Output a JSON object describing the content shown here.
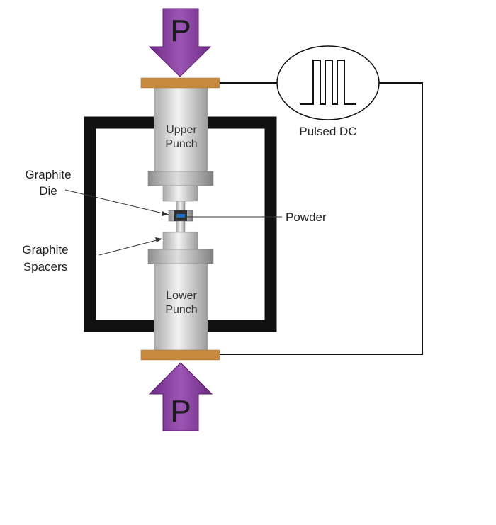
{
  "labels": {
    "pressure_top": "P",
    "pressure_bottom": "P",
    "upper_punch": [
      "Upper",
      "Punch"
    ],
    "lower_punch": [
      "Lower",
      "Punch"
    ],
    "graphite_die": [
      "Graphite",
      "Die"
    ],
    "graphite_spacers": [
      "Graphite",
      "Spacers"
    ],
    "powder": "Powder",
    "pulsed_dc": "Pulsed DC"
  },
  "colors": {
    "arrow_fill": "#8a3fa0",
    "arrow_light": "#b57cc9",
    "electrode": "#c98a3e",
    "chamber": "#111111",
    "punch_light": "#eeeeee",
    "punch_dark": "#a9a9a9",
    "wire": "#111111"
  },
  "icons": {
    "pulse": "pulse-train-icon"
  }
}
